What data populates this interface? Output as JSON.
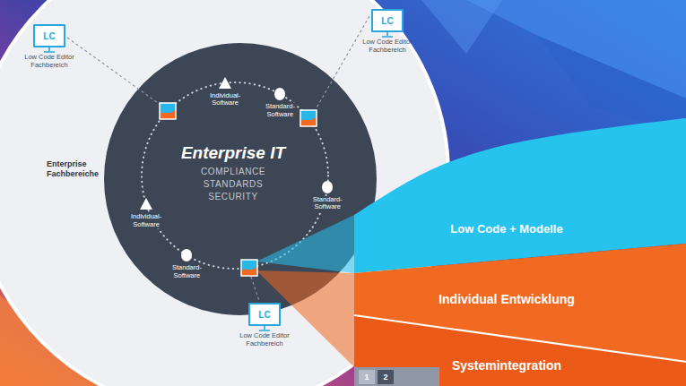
{
  "diagram": {
    "nodes": [
      {
        "text": [
          "Enterprise Fachbereiche"
        ]
      },
      {
        "text": [
          "Enterprise IT",
          "COMPLIANCE STANDARDS SECURITY"
        ],
        "in": 0
      },
      {
        "text": [
          "Individual-Software"
        ],
        "in": 1
      },
      {
        "text": [
          "Standard-Software"
        ],
        "in": 1
      },
      {
        "text": [
          "Standard-Software"
        ],
        "in": 1
      },
      {
        "text": [
          "Individual-Software"
        ],
        "in": 1
      },
      {
        "text": [
          "Standard-Software"
        ],
        "in": 1
      },
      {
        "text": [
          "LC",
          "Low Code Editor Fachbereich"
        ],
        "in": 0
      },
      {
        "text": [
          "LC",
          "Low Code Editor Fachbereich"
        ],
        "in": 0
      },
      {
        "text": [
          "LC",
          "Low Code Editor Fachbereich"
        ],
        "in": 0
      },
      {
        "text": [
          "Low Code + Modelle"
        ]
      },
      {
        "text": [
          "Individual Entwicklung"
        ]
      },
      {
        "text": [
          "Systemintegration"
        ]
      }
    ],
    "labels": [
      "1",
      "2"
    ]
  }
}
